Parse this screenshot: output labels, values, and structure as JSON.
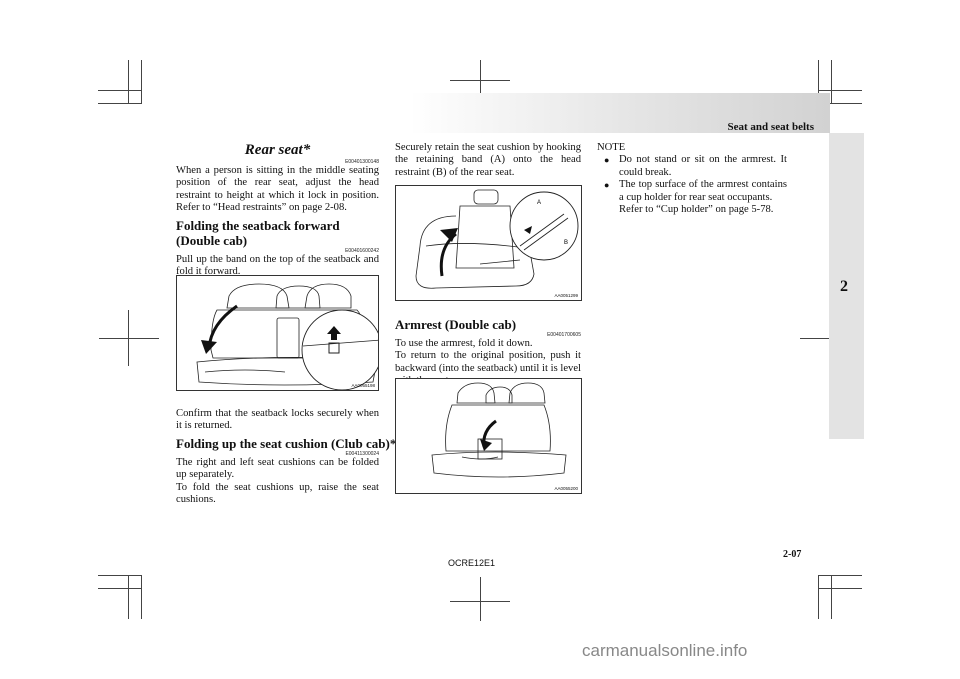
{
  "header": {
    "title": "Seat and seat belts",
    "tab_number": "2"
  },
  "col1": {
    "title": "Rear seat*",
    "title_code": "E00401300148",
    "intro": "When a person is sitting in the middle seating position of the rear seat, adjust the head restraint to height at which it lock in position. Refer to “Head restraints” on page 2-08.",
    "sec1_title": "Folding the seatback forward (Double cab)",
    "sec1_code": "E00401600242",
    "sec1_text": "Pull up the band on the top of the seatback and fold it forward.",
    "fig1_code": "AA0055198",
    "after_fig": "Confirm that the seatback locks securely when it is returned.",
    "sec2_title": "Folding up the seat cushion (Club cab)*",
    "sec2_code": "E00411300024",
    "sec2_text1": "The right and left seat cushions can be folded up separately.",
    "sec2_text2": "To fold the seat cushions up, raise the seat cushions."
  },
  "col2": {
    "intro": "Securely retain the seat cushion by hooking the retaining band (A) onto the head restraint (B) of the rear seat.",
    "fig2_code": "AA0051299",
    "label_a": "A",
    "label_b": "B",
    "sec3_title": "Armrest (Double cab)",
    "sec3_code": "E00401700605",
    "sec3_text1": "To use the armrest, fold it down.",
    "sec3_text2": "To return to the original position, push it backward (into the seatback) until it is level with the seat.",
    "fig3_code": "AA0055200"
  },
  "col3": {
    "note_label": "NOTE",
    "bullet1": "Do not stand or sit on the armrest. It could break.",
    "bullet2": "The top surface of the armrest contains a cup holder for rear seat occupants.",
    "bullet2_ref": "Refer to “Cup holder” on page 5-78."
  },
  "footer": {
    "code": "OCRE12E1",
    "page": "2-07"
  },
  "watermark": "carmanualsonline.info"
}
